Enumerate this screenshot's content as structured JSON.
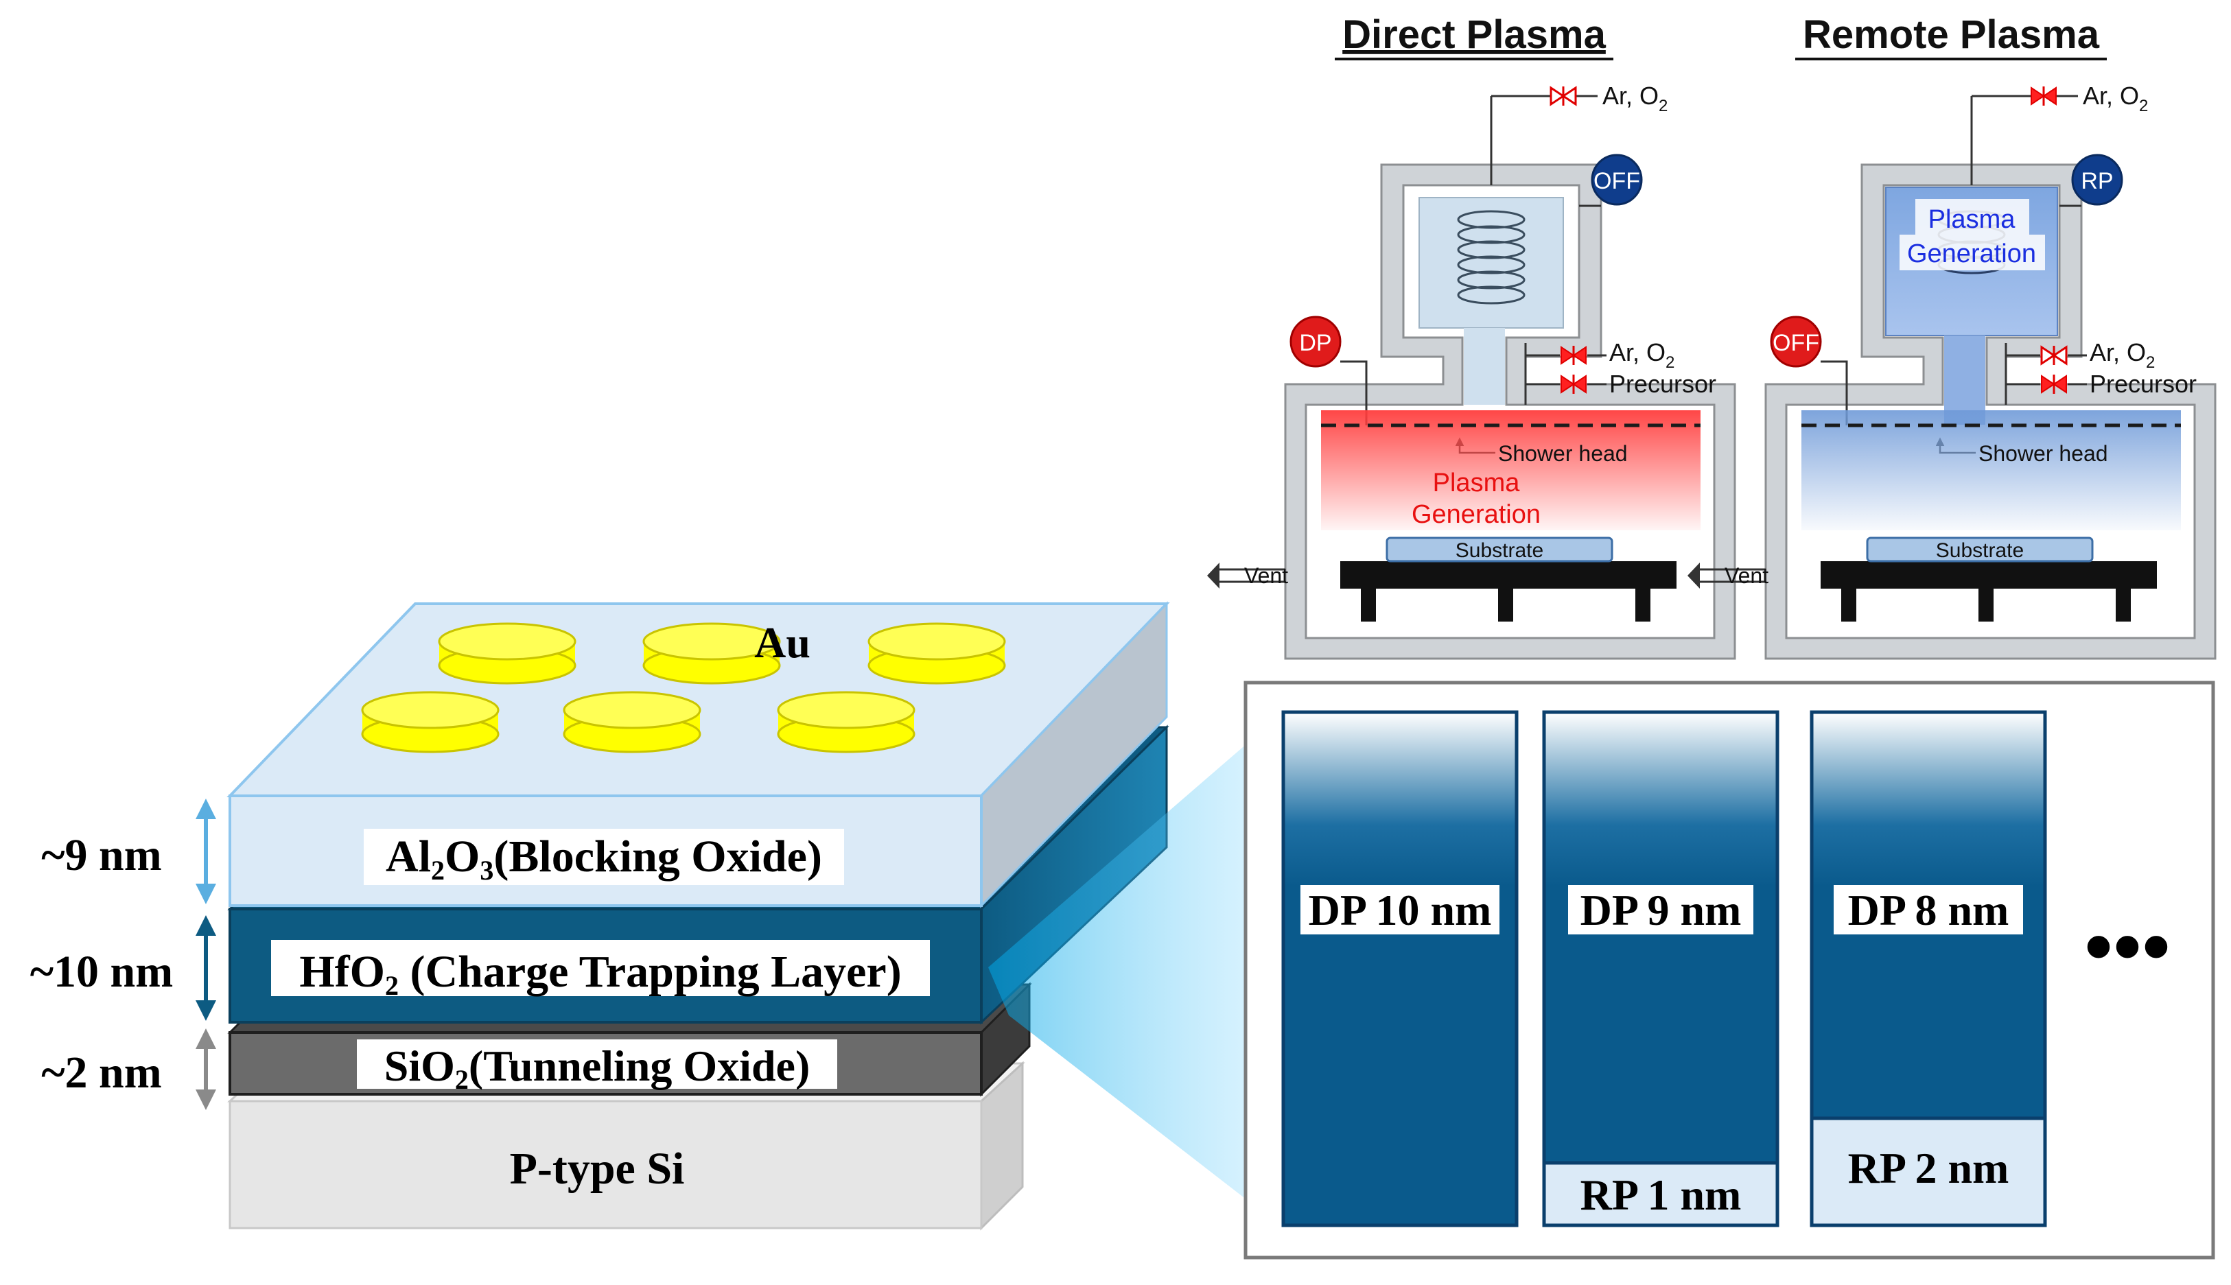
{
  "stack": {
    "au_label": "Au",
    "layers": {
      "al2o3": {
        "label_base": "Al",
        "label_sub1": "2",
        "label_mid": "O",
        "label_sub2": "3",
        "label_rest": "(Blocking Oxide)",
        "thickness": "~9 nm"
      },
      "hfo2": {
        "label_base": "HfO",
        "label_sub": "2",
        "label_rest": " (Charge Trapping Layer)",
        "thickness": "~10 nm"
      },
      "sio2": {
        "label_base": "SiO",
        "label_sub": "2",
        "label_rest": "(Tunneling Oxide)",
        "thickness": "~2 nm"
      },
      "psi": {
        "label": "P-type Si"
      }
    }
  },
  "chambers": {
    "direct": {
      "title": "Direct Plasma",
      "gas_top_base": "Ar, O",
      "gas_top_sub": "2",
      "gas_side_base": "Ar, O",
      "gas_side_sub": "2",
      "precursor": "Precursor",
      "top_switch": "OFF",
      "bottom_switch": "DP",
      "shower_head": "Shower head",
      "plasma_line1": "Plasma",
      "plasma_line2": "Generation",
      "substrate": "Substrate",
      "vent": "Vent"
    },
    "remote": {
      "title": "Remote Plasma",
      "gas_top_base": "Ar, O",
      "gas_top_sub": "2",
      "gas_side_base": "Ar, O",
      "gas_side_sub": "2",
      "precursor": "Precursor",
      "top_switch": "RP",
      "bottom_switch": "OFF",
      "shower_head": "Shower head",
      "plasma_line1": "Plasma",
      "plasma_line2": "Generation",
      "substrate": "Substrate",
      "vent": "Vent"
    }
  },
  "samples": {
    "s1": {
      "dp_label": "DP 10 nm"
    },
    "s2": {
      "dp_label": "DP 9 nm",
      "rp_label": "RP 1 nm"
    },
    "s3": {
      "dp_label": "DP 8 nm",
      "rp_label": "RP 2 nm"
    },
    "more": "•••"
  },
  "colors": {
    "navy": "#0a5a8c",
    "hfo2": "#0d5b82",
    "al2o3": "#dbeaf7",
    "sio2": "#6b6b6b",
    "psi": "#e6e6e6",
    "au": "#ffff00",
    "dp_plasma": "#ff4a4a",
    "rp_plasma": "#5b8fd8",
    "switch_red": "#e01b1b",
    "switch_blue": "#0f3d8c"
  }
}
